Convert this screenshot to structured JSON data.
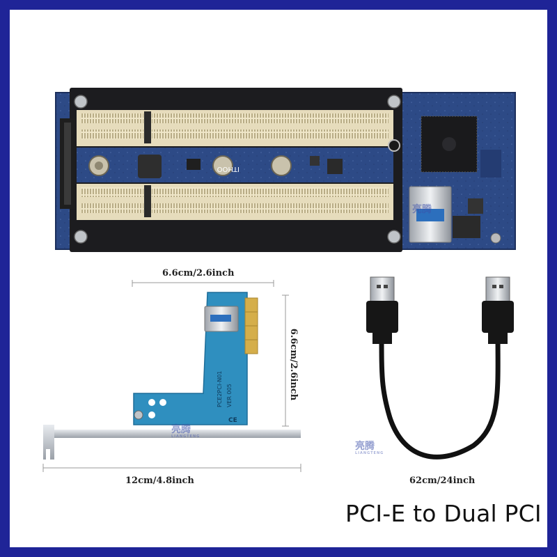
{
  "caption": "PCI-E to Dual PCI",
  "dimensions": {
    "width_label": "6.6cm/2.6inch",
    "height_label": "6.6cm/2.6inch",
    "length_label": "12cm/4.8inch",
    "cable_label": "62cm/24inch"
  },
  "board_silkscreen": {
    "brand": "ITHOO",
    "adapter_model": "PCE2PCI-N01",
    "adapter_version": "VER 005",
    "ce_mark": "CE"
  },
  "watermark": {
    "logo_text": "亮腾",
    "sub_text": "LIANGTENG"
  },
  "colors": {
    "frame": "#1f2497",
    "pcb_main": "#2d4a86",
    "pcb_adapter": "#2f8fbf",
    "slot_ivory": "#efe6c8",
    "cable": "#111111",
    "connector_metal": "#c8ccd2"
  }
}
